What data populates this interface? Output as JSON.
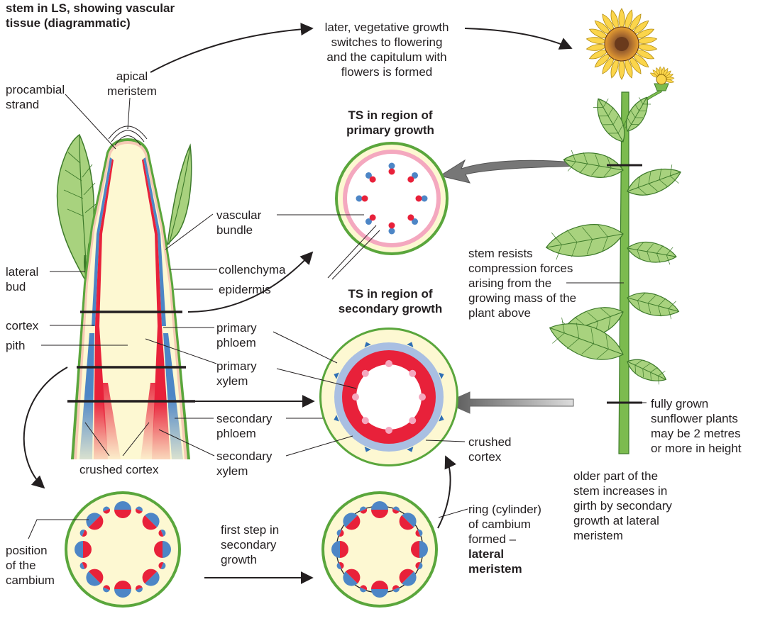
{
  "title": "stem in LS, showing vascular\ntissue (diagrammatic)",
  "labels": {
    "apical_meristem": "apical\nmeristem",
    "procambial_strand": "procambial\nstrand",
    "lateral_bud": "lateral\nbud",
    "cortex": "cortex",
    "pith": "pith",
    "vascular_bundle": "vascular\nbundle",
    "collenchyma": "collenchyma",
    "epidermis": "epidermis",
    "primary_phloem": "primary\nphloem",
    "primary_xylem": "primary\nxylem",
    "secondary_phloem": "secondary\nphloem",
    "secondary_xylem": "secondary\nxylem",
    "crushed_cortex_ls": "crushed cortex",
    "later_growth": "later, vegetative growth\nswitches to flowering\nand the capitulum with\nflowers is formed",
    "ts_primary_title": "TS in region of\nprimary growth",
    "ts_secondary_title": "TS in region of\nsecondary growth",
    "stem_resists": "stem resists\ncompression forces\narising from the\ngrowing mass of the\nplant above",
    "crushed_cortex_ts": "crushed\ncortex",
    "fully_grown": "fully grown\nsunflower plants\nmay be 2 metres\nor more in height",
    "older_part": "older part of the\nstem increases in\ngirth by secondary\ngrowth at lateral\nmeristem",
    "position_cambium": "position\nof the\ncambium",
    "first_step": "first step in\nsecondary\ngrowth",
    "ring_cambium": "ring (cylinder)\nof cambium\nformed –",
    "lateral_meristem": "lateral\nmeristem"
  },
  "colors": {
    "epidermis_green": "#5aa63c",
    "pith_cream": "#fdf8d2",
    "phloem_blue": "#4d86c6",
    "xylem_red": "#e8213a",
    "collenchyma_pink": "#f08aa6",
    "secondary_phloem_lightblue": "#a9bfe2",
    "leaf_green": "#a8d27e",
    "petal_yellow": "#fbd54b",
    "disc_brown": "#7a4a28"
  }
}
